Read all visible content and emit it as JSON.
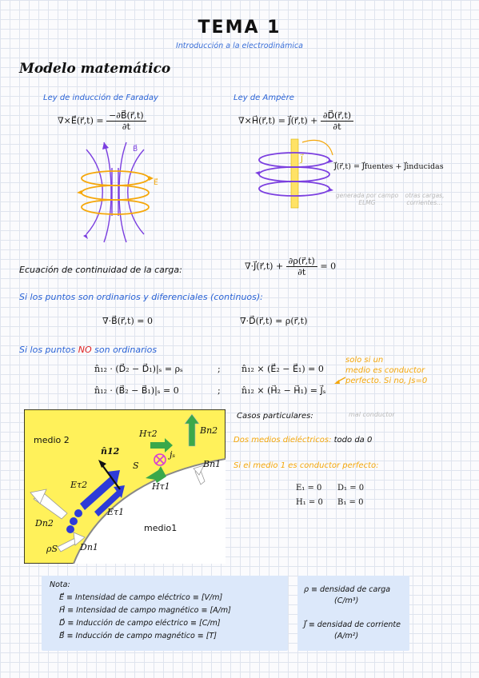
{
  "header": {
    "title": "TEMA 1",
    "subtitle": "Introducción a la electrodinámica"
  },
  "section": {
    "title": "Modelo matemático"
  },
  "faraday": {
    "heading": "Ley de inducción de Faraday",
    "lhs": "∇×E⃗(r⃗,t) =",
    "num": "−∂B⃗(r⃗,t)",
    "den": "∂t",
    "label_b": "B⃗",
    "label_e": "E⃗"
  },
  "ampere": {
    "heading": "Ley de Ampère",
    "lhs": "∇×H⃗(r⃗,t) = J⃗(r⃗,t) +",
    "num": "∂D⃗(r⃗,t)",
    "den": "∂t",
    "label_j": "J⃗",
    "j_split": "J⃗(r⃗,t) = J⃗fuentes + J⃗inducidas",
    "note_fuentes": "generada por campo ELMG",
    "note_inducidas": "otras cargas, corrientes…"
  },
  "continuity": {
    "label": "Ecuación de continuidad de la carga:",
    "lhs": "∇·J⃗(r⃗,t) +",
    "num": "∂ρ(r⃗,t)",
    "den": "∂t",
    "rhs": "= 0"
  },
  "ordinary": {
    "text": "Si los puntos son ordinarios y diferenciales (continuos):",
    "eq1": "∇·B⃗(r⃗,t) = 0",
    "eq2": "∇·D⃗(r⃗,t) = ρ(r⃗,t)"
  },
  "non_ordinary": {
    "text_a": "Si los puntos",
    "text_no": "NO",
    "text_b": "son ordinarios",
    "bc1": "n̂₁₂ · (D⃗₂ − D⃗₁)|ₛ = ρₛ",
    "bc2": "n̂₁₂ · (B⃗₂ − B⃗₁)|ₛ = 0",
    "bc3": "n̂₁₂ × (E⃗₂ − E⃗₁) = 0",
    "bc4": "n̂₁₂ × (H⃗₂ − H⃗₁) = J⃗ₛ",
    "sep": ";",
    "orange_note_1": "solo si un",
    "orange_note_2": "medio es conductor",
    "orange_note_3": "perfecto. Si no, Js=0"
  },
  "diagram": {
    "medio2": "medio 2",
    "medio1": "medio1",
    "n12": "n̂12",
    "S": "S",
    "Js": "jₛ",
    "Ht2": "Hτ2",
    "Ht1": "Hτ1",
    "Et2": "Eτ2",
    "Et1": "Eτ1",
    "Bn2": "Bn2",
    "Bn1": "Bn1",
    "Dn2": "Dn2",
    "Dn1": "Dn1",
    "rhoS": "ρS"
  },
  "cases": {
    "title": "Casos particulares:",
    "mal_conductor": "mal conductor",
    "case1_orange": "Dos medios dieléctricos:",
    "case1_black": "todo da 0",
    "case2": "Si el medio 1 es conductor perfecto:",
    "e1": "E₁ = 0",
    "d1": "D₁ = 0",
    "h1": "H₁ = 0",
    "b1": "B₁ = 0"
  },
  "notes": {
    "title": "Nota:",
    "lines": [
      "E⃗ ≡ Intensidad de campo eléctrico ≡ [V/m]",
      "H⃗ ≡ Intensidad de campo magnético ≡ [A/m]",
      "D⃗ ≡ Inducción de campo eléctrico ≡ [C/m]",
      "B⃗ ≡ Inducción de campo magnético ≡ [T]"
    ],
    "rho_line1": "ρ ≡ densidad de carga",
    "rho_line2": "(C/m³)",
    "j_line1": "J⃗ ≡ densidad de corriente",
    "j_line2": "(A/m²)"
  },
  "colors": {
    "blue": "#2a63d6",
    "orange": "#f5a70a",
    "purple": "#7b3fe0",
    "yellow": "#fff15a",
    "note_bg": "#dce8fa"
  }
}
